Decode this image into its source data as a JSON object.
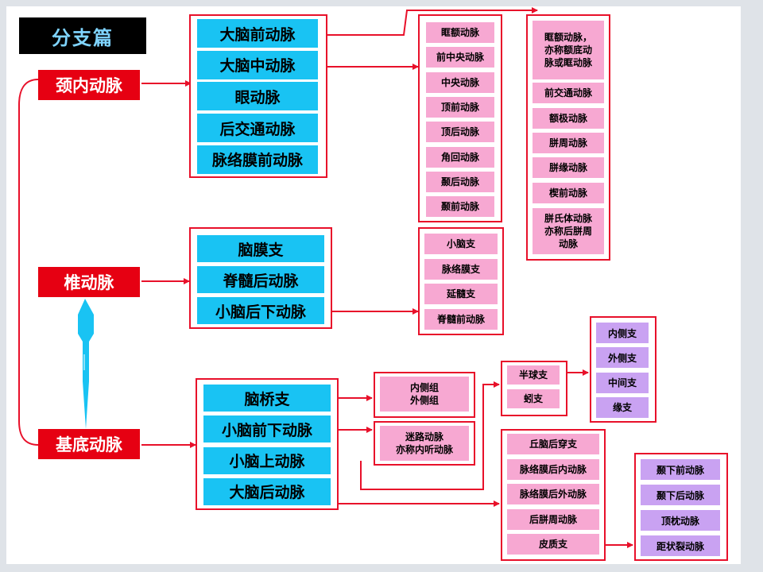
{
  "title": "分支篇",
  "roots": {
    "internal_carotid": "颈内动脉",
    "vertebral": "椎动脉",
    "basilar": "基底动脉"
  },
  "groups": {
    "carotid_branches": [
      "大脑前动脉",
      "大脑中动脉",
      "眼动脉",
      "后交通动脉",
      "脉络膜前动脉"
    ],
    "middle_cerebral_branches": [
      "眶额动脉",
      "前中央动脉",
      "中央动脉",
      "顶前动脉",
      "顶后动脉",
      "角回动脉",
      "颞后动脉",
      "颞前动脉"
    ],
    "anterior_cerebral_branches": [
      "眶额动脉，\n亦称额底动\n脉或眶动脉",
      "前交通动脉",
      "额极动脉",
      "胼周动脉",
      "胼缘动脉",
      "楔前动脉",
      "胼氏体动脉\n亦称后胼周\n动脉"
    ],
    "vertebral_branches": [
      "脑膜支",
      "脊髓后动脉",
      "小脑后下动脉"
    ],
    "pica_branches": [
      "小脑支",
      "脉络膜支",
      "延髓支",
      "脊髓前动脉"
    ],
    "basilar_branches": [
      "脑桥支",
      "小脑前下动脉",
      "小脑上动脉",
      "大脑后动脉"
    ],
    "pons_branches": [
      "内侧组\n外侧组"
    ],
    "aica_branches": [
      "迷路动脉\n亦称内听动脉"
    ],
    "sca_branches": [
      "半球支",
      "蚓支"
    ],
    "hemisphere_branches": [
      "内侧支",
      "外侧支",
      "中间支",
      "缘支"
    ],
    "pca_branches": [
      "丘脑后穿支",
      "脉络膜后内动脉",
      "脉络膜后外动脉",
      "后胼周动脉",
      "皮质支"
    ],
    "cortical_branches": [
      "颞下前动脉",
      "颞下后动脉",
      "顶枕动脉",
      "距状裂动脉"
    ]
  },
  "colors": {
    "frame": "#e8102a",
    "root_fill": "#e60012",
    "primary_fill": "#19c3f3",
    "secondary_fill": "#f7a8d2",
    "tertiary_fill": "#c9a2f2",
    "title_fill": "#000000",
    "title_text": "#7fd4ff"
  }
}
